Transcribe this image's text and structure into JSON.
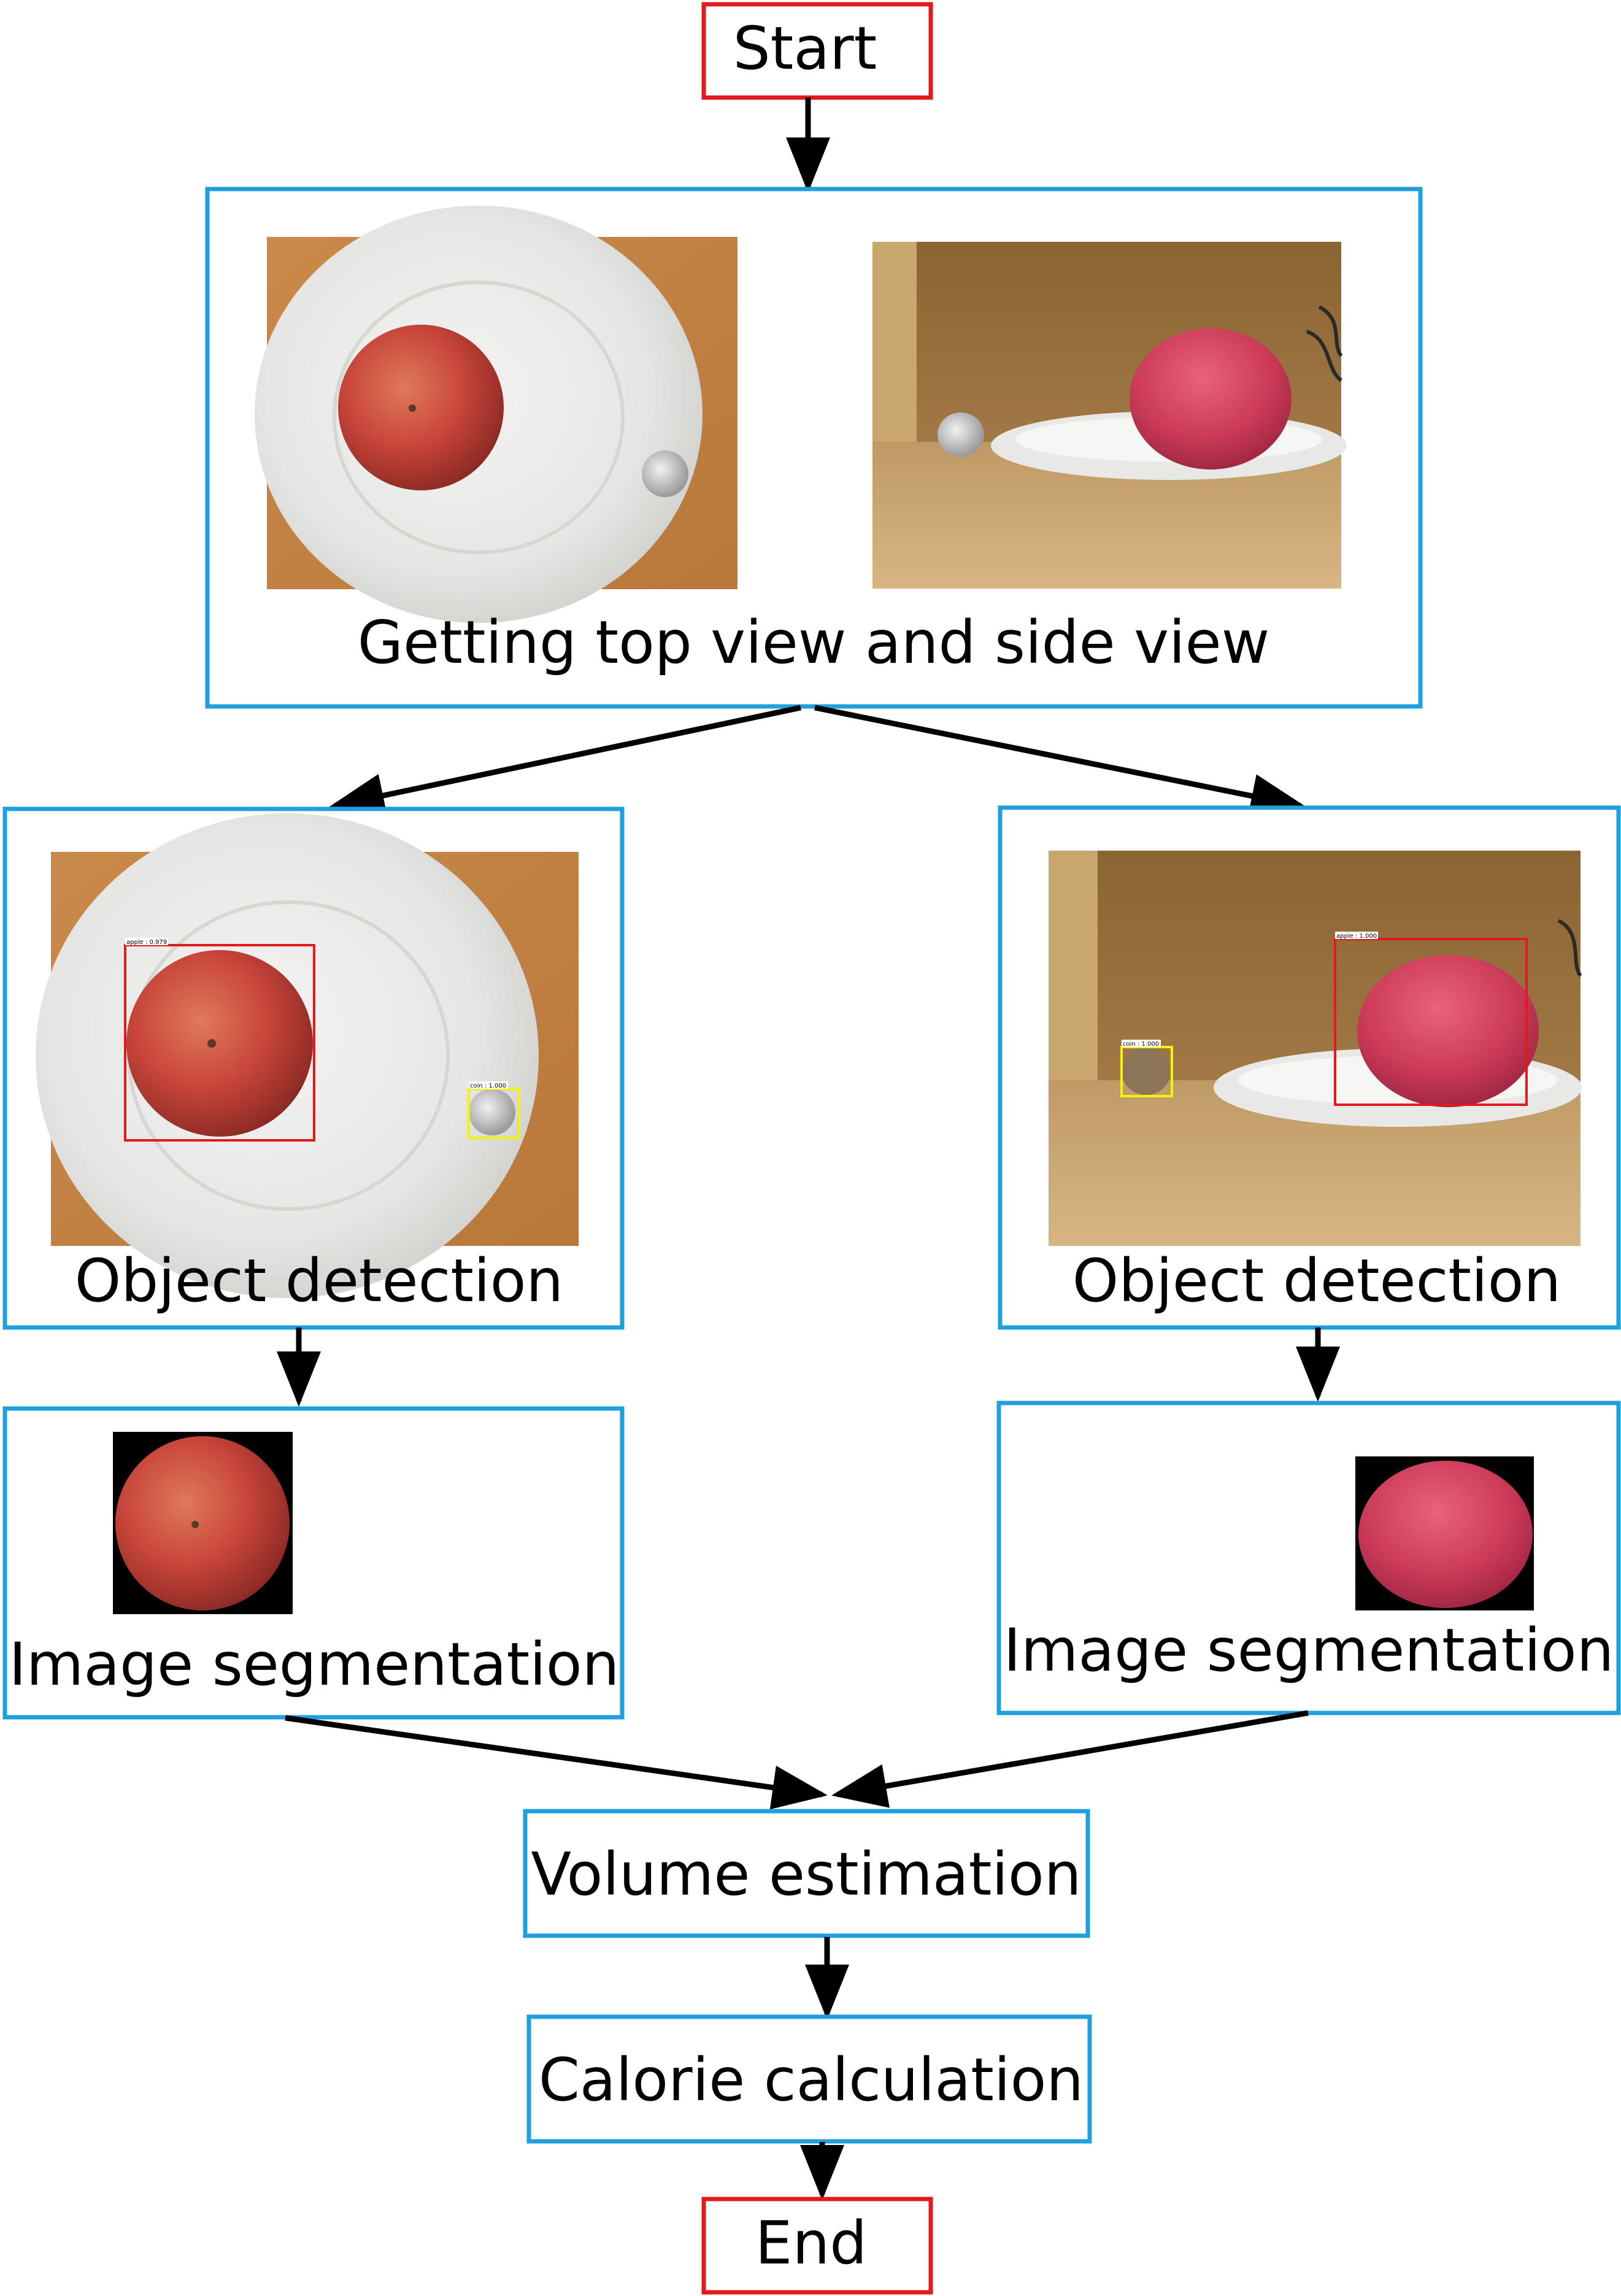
{
  "nodes": {
    "start": "Start",
    "views": "Getting top view and side view",
    "detect_left": "Object detection",
    "detect_right": "Object detection",
    "seg_left": "Image segmentation",
    "seg_right": "Image segmentation",
    "volume": "Volume estimation",
    "calorie": "Calorie calculation",
    "end": "End"
  },
  "detections": {
    "top_apple": "apple : 0.979",
    "top_coin": "coin : 1.000",
    "side_apple": "apple : 1.000",
    "side_coin": "coin : 1.000"
  },
  "colors": {
    "terminal_border": "#e3191e",
    "process_border": "#1ea0dc",
    "arrow": "#000000",
    "apple_box": "#e3191e",
    "coin_box": "#f2f20a"
  }
}
